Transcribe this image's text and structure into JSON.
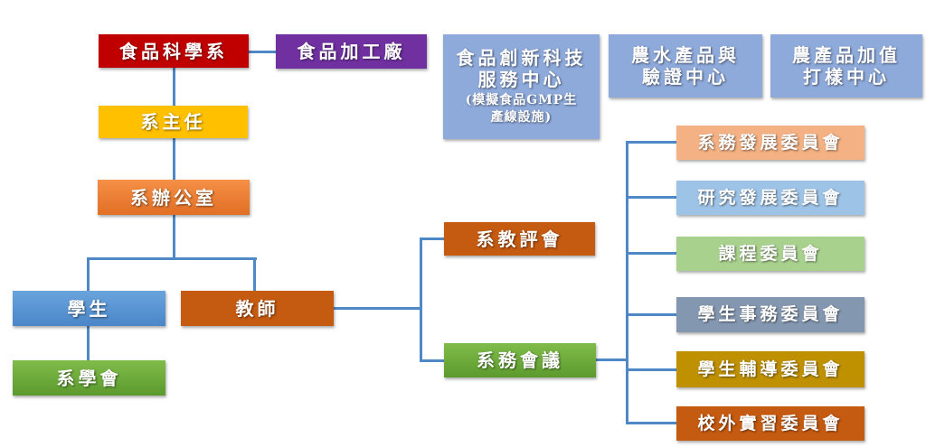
{
  "top_row": {
    "department": {
      "label": "食品科學系",
      "color": "#c00000"
    },
    "food_factory": {
      "label": "食品加工廠",
      "color": "#7030a0"
    },
    "innovation_center": {
      "line1": "食品創新科技",
      "line2": "服務中心",
      "note1": "(模擬食品GMP生",
      "note2": "產線設施)",
      "color": "#8eaadb"
    },
    "inspection_center": {
      "line1": "農水產品與",
      "line2": "驗證中心",
      "color": "#8eaadb"
    },
    "value_center": {
      "line1": "農產品加值",
      "line2": "打樣中心",
      "color": "#8eaadb"
    }
  },
  "hierarchy": {
    "chair": {
      "label": "系主任",
      "color": "#ffc000"
    },
    "office": {
      "label": "系辦公室",
      "color": "#ed7d31"
    },
    "students": {
      "label": "學生",
      "color": "#5b9bd5"
    },
    "student_association": {
      "label": "系學會",
      "color": "#70ad47"
    },
    "faculty": {
      "label": "教師",
      "color": "#c55a11"
    }
  },
  "faculty_branches": {
    "evaluation_committee": {
      "label": "系教評會",
      "color": "#c55a11"
    },
    "department_meeting": {
      "label": "系務會議",
      "color": "#70ad47"
    }
  },
  "committees": [
    {
      "label": "系務發展委員會",
      "color": "#f4b183"
    },
    {
      "label": "研究發展委員會",
      "color": "#9dc3e6"
    },
    {
      "label": "課程委員會",
      "color": "#a9d18e"
    },
    {
      "label": "學生事務委員會",
      "color": "#8497b0"
    },
    {
      "label": "學生輔導委員會",
      "color": "#bf9000"
    },
    {
      "label": "校外實習委員會",
      "color": "#c55a11"
    }
  ],
  "connector_color": "#4f88c6"
}
